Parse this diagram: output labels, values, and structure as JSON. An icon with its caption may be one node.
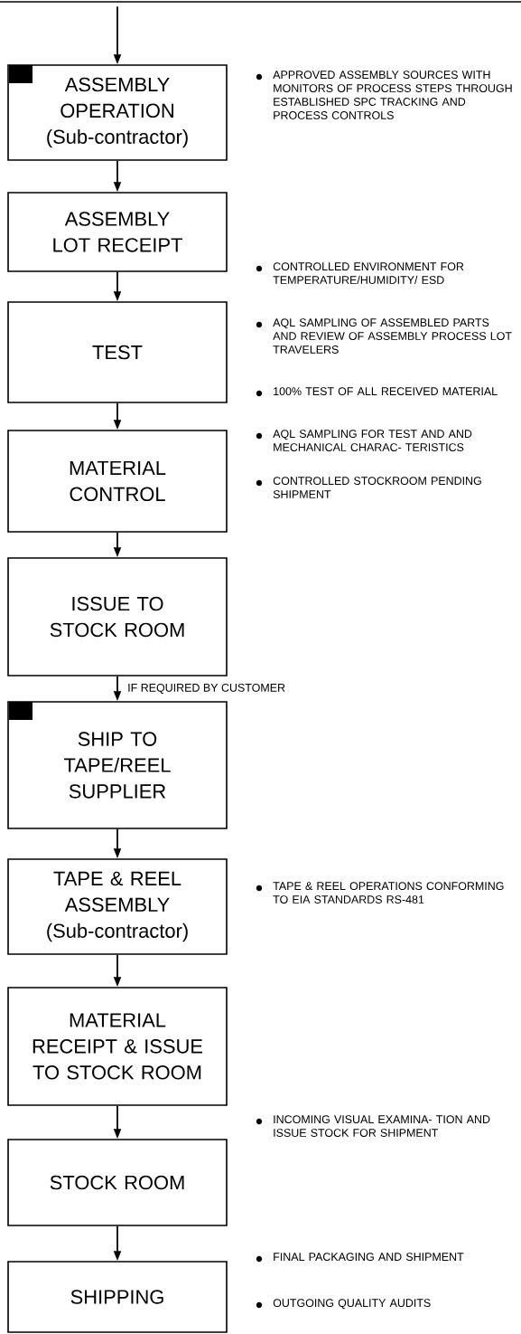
{
  "diagram": {
    "nodes": [
      {
        "text": [
          "ASSEMBLY OPERATION",
          "(Sub-contractor)"
        ]
      },
      {
        "text": [
          "ASSEMBLY LOT RECEIPT"
        ]
      },
      {
        "text": [
          "TEST"
        ]
      },
      {
        "text": [
          "MATERIAL CONTROL"
        ]
      },
      {
        "text": [
          "ISSUE TO STOCK ROOM"
        ]
      },
      {
        "text": [
          "SHIP TO TAPE/REEL SUPPLIER"
        ]
      },
      {
        "text": [
          "TAPE & REEL ASSEMBLY",
          "(Sub-contractor)"
        ]
      },
      {
        "text": [
          "MATERIAL RECEIPT & ISSUE TO STOCK ROOM"
        ]
      },
      {
        "text": [
          "STOCK ROOM"
        ]
      },
      {
        "text": [
          "SHIPPING"
        ]
      }
    ],
    "edges": [
      {
        "from": null,
        "to": 0,
        "arrow": "to"
      },
      {
        "from": 0,
        "to": 1,
        "arrow": "to"
      },
      {
        "from": 1,
        "to": 2,
        "arrow": "to"
      },
      {
        "from": 2,
        "to": 3,
        "arrow": "to"
      },
      {
        "from": 3,
        "to": 4,
        "arrow": "to"
      },
      {
        "from": 4,
        "to": 5,
        "arrow": "to",
        "label": "IF REQUIRED BY CUSTOMER"
      },
      {
        "from": 5,
        "to": 6,
        "arrow": "to"
      },
      {
        "from": 6,
        "to": 7,
        "arrow": "to"
      },
      {
        "from": 7,
        "to": 8,
        "arrow": "to"
      },
      {
        "from": 8,
        "to": 9,
        "arrow": "to"
      }
    ],
    "labels": [
      "APPROVED ASSEMBLY SOURCES WITH MONITORS OF PROCESS STEPS THROUGH ESTABLISHED SPC TRACKING AND PROCESS CONTROLS",
      "CONTROLLED ENVIRONMENT FOR TEMPERATURE/HUMIDITY/ ESD",
      "AQL SAMPLING OF ASSEMBLED PARTS AND REVIEW OF ASSEMBLY PROCESS LOT TRAVELERS",
      "100% TEST OF ALL RECEIVED MATERIAL",
      "AQL SAMPLING FOR TEST AND AND MECHANICAL CHARAC- TERISTICS",
      "CONTROLLED STOCKROOM PENDING SHIPMENT",
      "TAPE & REEL OPERATIONS CONFORMING TO EIA STANDARDS RS-481",
      "INCOMING VISUAL EXAMINA- TION AND ISSUE STOCK FOR SHIPMENT",
      "FINAL PACKAGING AND SHIPMENT",
      "OUTGOING QUALITY AUDITS"
    ]
  }
}
